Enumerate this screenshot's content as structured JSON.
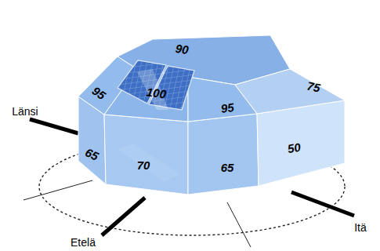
{
  "diagram": {
    "labels": [
      "Länsi",
      "95",
      "100",
      "90",
      "95",
      "75",
      "65",
      "70",
      "65",
      "50",
      "Itä",
      "Etelä"
    ]
  }
}
